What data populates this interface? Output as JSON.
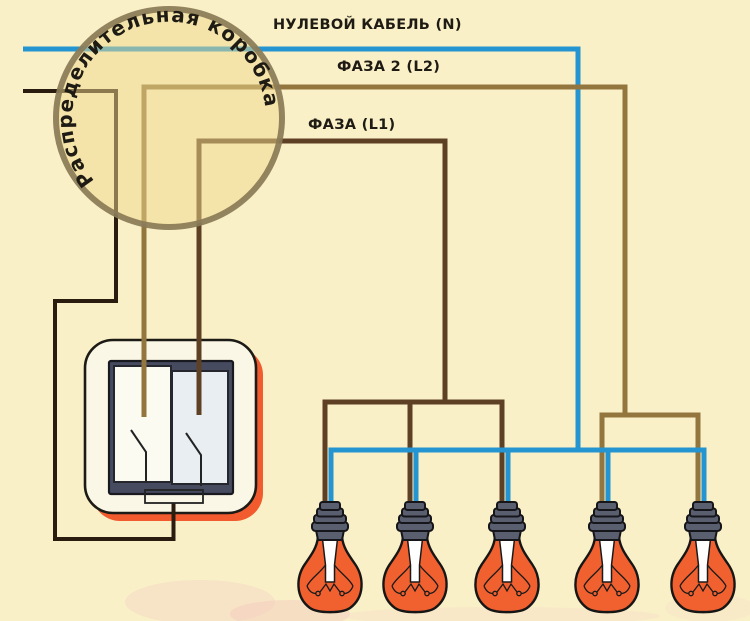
{
  "diagram": {
    "labels": {
      "neutral_cable": "НУЛЕВОЙ КАБЕЛЬ (N)",
      "phase_2": "ФАЗА 2 (L2)",
      "phase_1": "ФАЗА (L1)",
      "junction_box": "Распределительная коробка"
    },
    "components": {
      "light_bulb_count": 5,
      "switch_gang_count": 2,
      "junction_box_count": 1
    },
    "colors": {
      "background": "#FAF0C7",
      "neutral_wire_blue": "#2595D1",
      "phase1_wire_brown": "#5E4124",
      "phase2_wire_golden": "#93753E",
      "supply_wire_dark": "#2A1D10",
      "bulb_body_orange": "#F1602F",
      "bulb_cap_slate": "#5A5F70",
      "switch_plate_cream": "#FBF7E6",
      "switch_shadow_orange": "#F15B2E",
      "rocker_frame_slate": "#474B60",
      "rocker_left_fill": "#FBFBF2",
      "rocker_right_fill": "#E9EEF2",
      "junction_circle_fill": "#EDD78B",
      "junction_circle_stroke": "#8A7B57",
      "label_text": "#1E1A14"
    }
  }
}
